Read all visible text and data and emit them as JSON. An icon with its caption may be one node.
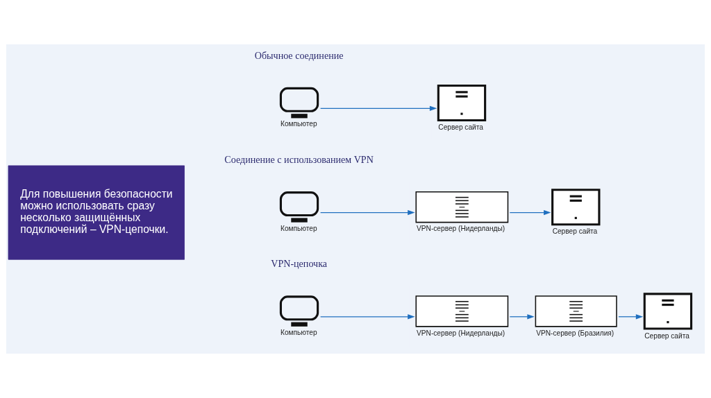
{
  "diagram": {
    "nodes": [
      {
        "text": [
          "Для повышения безопасности можно использовать сразу несколько защищённых подключений – VPN-цепочки."
        ]
      },
      {
        "text": [
          "Компьютер"
        ]
      },
      {
        "text": [
          "Сервер сайта"
        ]
      },
      {
        "text": [
          "Компьютер"
        ]
      },
      {
        "text": [
          "VPN-сервер (Нидерланды)"
        ]
      },
      {
        "text": [
          "Сервер сайта"
        ]
      },
      {
        "text": [
          "Компьютер"
        ]
      },
      {
        "text": [
          "VPN-сервер (Нидерланды)"
        ]
      },
      {
        "text": [
          "VPN-сервер (Бразилия)"
        ]
      },
      {
        "text": [
          "Сервер сайта"
        ]
      }
    ],
    "edges": [
      {
        "from": 1,
        "to": 2,
        "arrow": "to"
      },
      {
        "from": 3,
        "to": 4,
        "arrow": "to"
      },
      {
        "from": 4,
        "to": 5,
        "arrow": "to"
      },
      {
        "from": 6,
        "to": 7,
        "arrow": "to"
      },
      {
        "from": 7,
        "to": 8,
        "arrow": "to"
      },
      {
        "from": 8,
        "to": 9,
        "arrow": "to"
      }
    ],
    "labels": [
      "Обычное соединение",
      "Соединение с использованием VPN",
      "VPN-цепочка"
    ]
  }
}
